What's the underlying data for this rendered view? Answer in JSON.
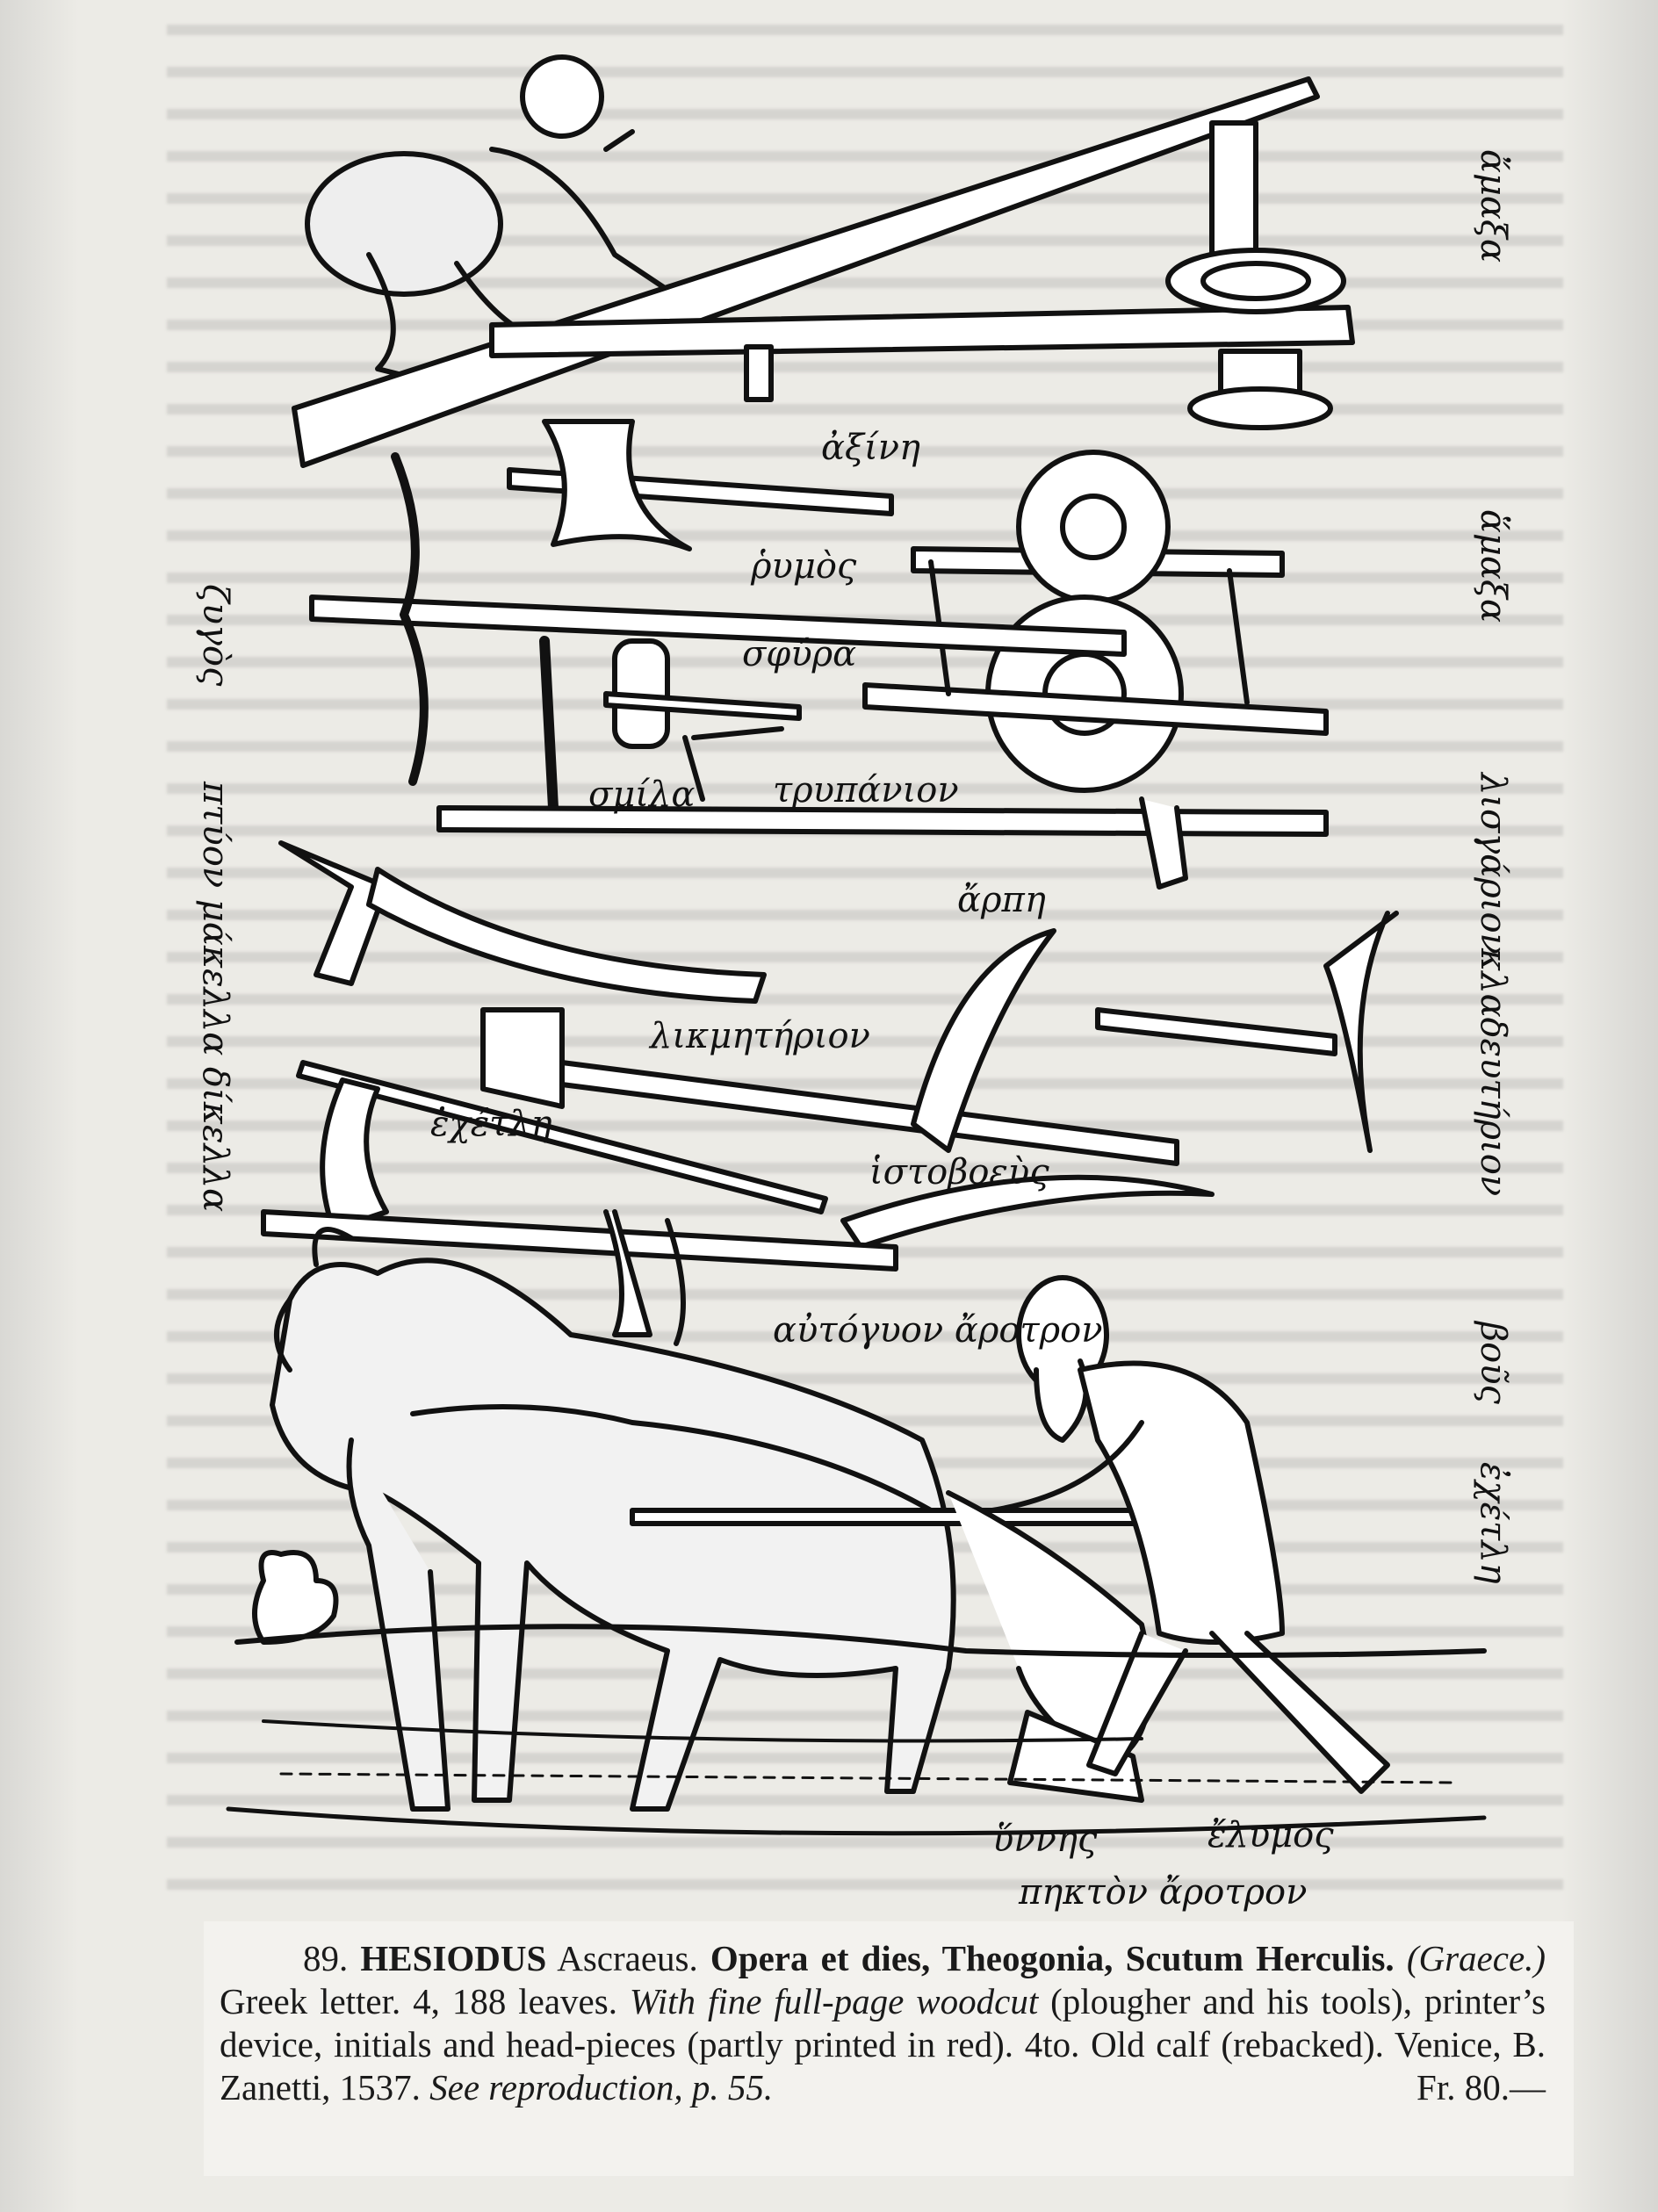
{
  "woodcut": {
    "labels": {
      "axine": "ἀξίνη",
      "rymos": "ῥυμὸς",
      "sphyra": "σφύρα",
      "smila": "σμίλα",
      "tripanion": "τρυπάνιον",
      "arpe": "ἄρπη",
      "likmeterion": "λικμητήριον",
      "echetle_upper": "ἐχέτλη",
      "istoboeus": "ἱστοβοεὺς",
      "autogyon_arotron": "αὐτόγυον ἄροτρον",
      "hynnes": "ὕννης",
      "elymos": "ἔλυμος",
      "pekton_arotron": "πηκτὸν ἄροτρον",
      "hamaxa_top": "ἄμαξα",
      "hamaxa": "ἅμαξα",
      "zygos": "ζυγὸς",
      "pteon_makella": "πτύον μάκελλα δίκελλα",
      "liwas": "λισγάριον",
      "kladeuterion": "κλαδευτήριον",
      "bous": "βοῦς",
      "echetle_right": "ἐχέτλη"
    }
  },
  "caption": {
    "lot_number": "89.",
    "author": "HESIODUS",
    "author_epithet": "Ascraeus.",
    "title": "Opera et dies, Theogonia, Scutum Herculis.",
    "language": "(Graece.)",
    "details_1": "Greek letter. 4, 188 leaves.",
    "illustration": "With fine full-page woodcut",
    "details_2": "(plougher and his tools), printer’s device, initials and head-pieces (partly printed in red). 4to. Old calf (rebacked). Venice, B. Zanetti, 1537.",
    "reference": "See reproduction, p. 55.",
    "price": "Fr. 80.—"
  }
}
